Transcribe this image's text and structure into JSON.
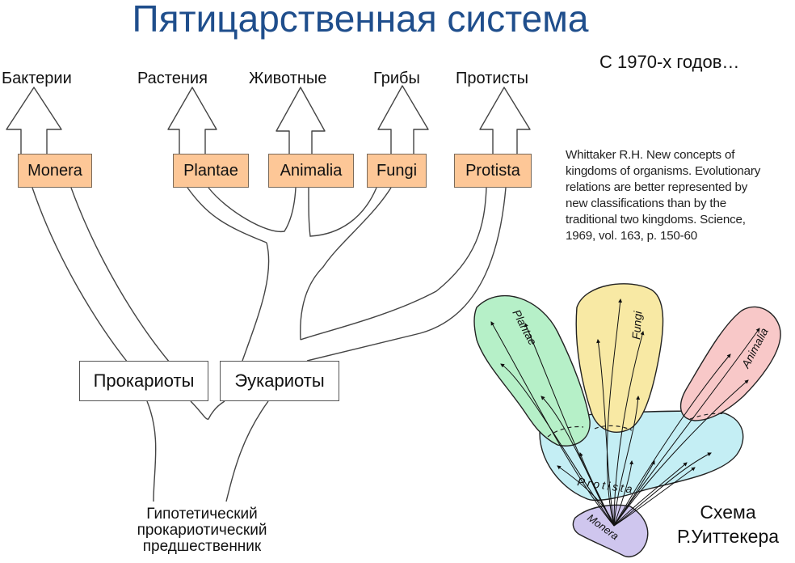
{
  "title": "Пятицарственная система",
  "subtitle": "С 1970-х годов…",
  "top_labels": {
    "bacteria": "Бактерии",
    "plants": "Растения",
    "animals": "Животные",
    "fungi": "Грибы",
    "protists": "Протисты"
  },
  "kingdoms": {
    "monera": "Monera",
    "plantae": "Plantae",
    "animalia": "Animalia",
    "fungi": "Fungi",
    "protista": "Protista"
  },
  "groups": {
    "prokaryotes": "Прокариоты",
    "eukaryotes": "Эукариоты"
  },
  "citation": {
    "lines": [
      "Whittaker R.H. New concepts of",
      "kingdoms of organisms. Evolutionary",
      "relations are better represented by",
      "new classifications than by the",
      "traditional two kingdoms. Science,",
      "1969, vol. 163, p. 150-60"
    ]
  },
  "ancestor": {
    "line1": "Гипотетический",
    "line2": "прокариотический",
    "line3": "предшественник"
  },
  "whittaker_scheme": {
    "caption_line1": "Схема",
    "caption_line2": "Р.Уиттекера",
    "labels": {
      "plantae": "Plantae",
      "fungi": "Fungi",
      "animalia": "Animalia",
      "protista": "Protista",
      "monera": "Monera"
    },
    "colors": {
      "plantae": "#b6f0c8",
      "fungi": "#f8e9a4",
      "animalia": "#f8c8c8",
      "protista": "#c4eef4",
      "monera": "#cfc6ee"
    }
  },
  "colors": {
    "title": "#1f4e8c",
    "kingdom_box": "#fdc797"
  }
}
